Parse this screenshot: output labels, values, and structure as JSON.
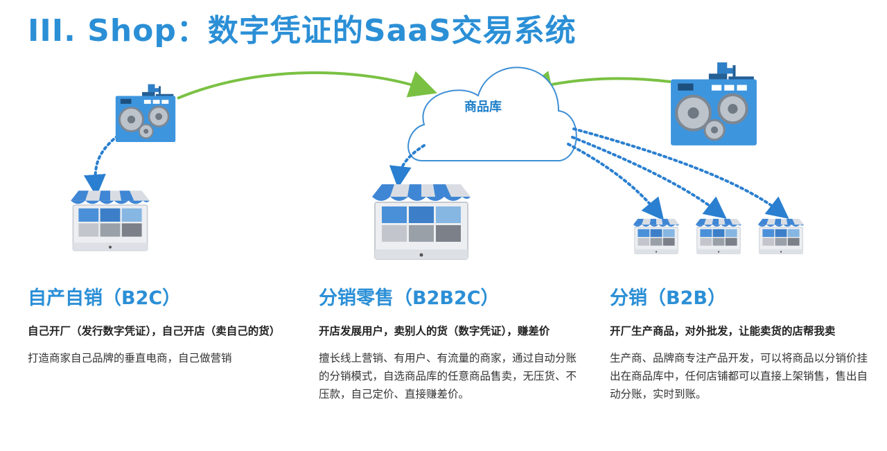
{
  "title": "III. Shop：数字凭证的SaaS交易系统",
  "diagram": {
    "cloud_label": "商品库",
    "colors": {
      "accent": "#2b8fd6",
      "arrow_green": "#7ac143",
      "dot_blue": "#2a7fd0",
      "factory_blue": "#3d95de",
      "awning_blue": "#3f86d4",
      "awning_gray": "#d9dde3"
    },
    "icons": [
      "factory-icon",
      "cloud-icon",
      "storefront-icon"
    ]
  },
  "columns": [
    {
      "heading": "自产自销（B2C）",
      "lead": "自己开厂（发行数字凭证），自己开店（卖自己的货）",
      "desc": "打造商家自己品牌的垂直电商，自己做营销"
    },
    {
      "heading": "分销零售（B2B2C）",
      "lead": "开店发展用户，卖别人的货（数字凭证），赚差价",
      "desc": "擅长线上营销、有用户、有流量的商家，通过自动分账的分销模式，自选商品库的任意商品售卖，无压货、不压款，自己定价、直接赚差价。"
    },
    {
      "heading": "分销（B2B）",
      "lead": "开厂生产商品，对外批发，让能卖货的店帮我卖",
      "desc": "生产商、品牌商专注产品开发，可以将商品以分销价挂出在商品库中，任何店铺都可以直接上架销售，售出自动分账，实时到账。"
    }
  ]
}
